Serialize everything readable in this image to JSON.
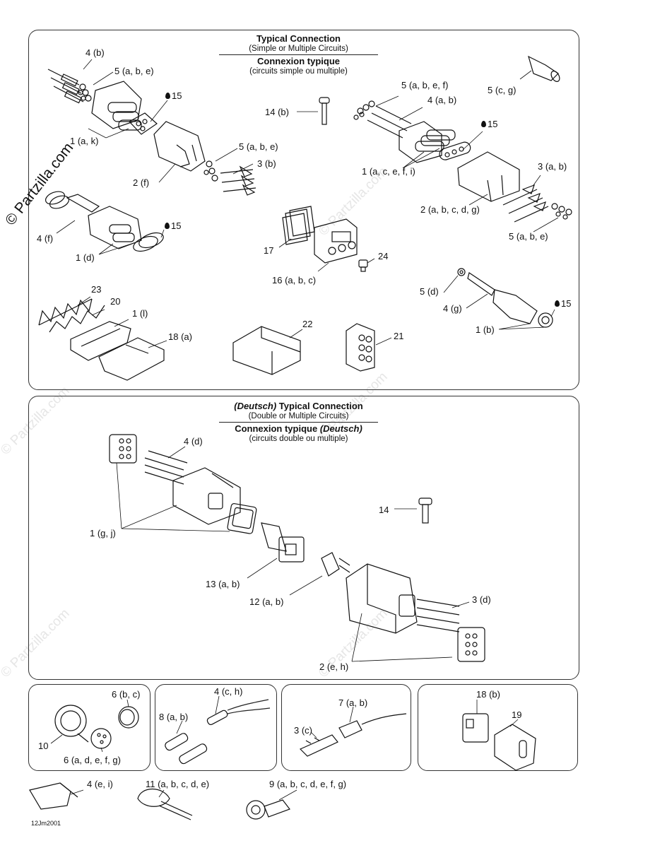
{
  "watermark": {
    "main": "© Partzilla.com",
    "faint": "© Partzilla.com"
  },
  "section1": {
    "title_en": "Typical Connection",
    "subtitle_en": "(Simple or Multiple Circuits)",
    "title_fr": "Connexion typique",
    "subtitle_fr": "(circuits simple ou multiple)",
    "labels": {
      "l_4b": "4 (b)",
      "l_5abe_top": "5 (a, b, e)",
      "l_15_a": "15",
      "l_1k": "1 (a, k)",
      "l_2f": "2 (f)",
      "l_5abe_mid": "5 (a, b, e)",
      "l_3b": "3 (b)",
      "l_4f": "4 (f)",
      "l_1d": "1 (d)",
      "l_15_b": "15",
      "l_14b": "14 (b)",
      "l_17": "17",
      "l_16abc": "16 (a, b, c)",
      "l_24": "24",
      "l_5abef": "5 (a, b, e, f)",
      "l_4ab": "4 (a, b)",
      "l_5cg": "5 (c, g)",
      "l_15_c": "15",
      "l_1acefi": "1 (a, c, e, f, i)",
      "l_3ab": "3 (a, b)",
      "l_2abcdg": "2 (a, b, c, d, g)",
      "l_5abe_r": "5 (a, b, e)",
      "l_5d": "5 (d)",
      "l_4g": "4 (g)",
      "l_1b": "1 (b)",
      "l_15_d": "15",
      "l_23": "23",
      "l_20": "20",
      "l_1l": "1 (l)",
      "l_18a": "18 (a)",
      "l_22": "22",
      "l_21": "21"
    }
  },
  "section2": {
    "title_de": "(Deutsch)",
    "title_en": " Typical Connection",
    "subtitle_en": "(Double or Multiple Circuits)",
    "title_fr": "Connexion typique ",
    "title_fr_de": "(Deutsch)",
    "subtitle_fr": "(circuits double ou multiple)",
    "labels": {
      "l_4d": "4 (d)",
      "l_1gj": "1 (g, j)",
      "l_14": "14",
      "l_13ab": "13 (a, b)",
      "l_12ab": "12 (a, b)",
      "l_3d": "3 (d)",
      "l_2eh": "2 (e, h)"
    }
  },
  "bottom": {
    "labels": {
      "l_6bc": "6 (b, c)",
      "l_10": "10",
      "l_6adefg": "6 (a, d, e, f, g)",
      "l_4ch": "4 (c, h)",
      "l_8ab": "8 (a, b)",
      "l_7ab": "7 (a, b)",
      "l_3c": "3 (c)",
      "l_18b": "18 (b)",
      "l_19": "19",
      "l_4ei": "4 (e, i)",
      "l_11": "11 (a, b, c, d, e)",
      "l_9": "9 (a, b, c, d, e, f, g)"
    },
    "code": "12Jm2001"
  }
}
